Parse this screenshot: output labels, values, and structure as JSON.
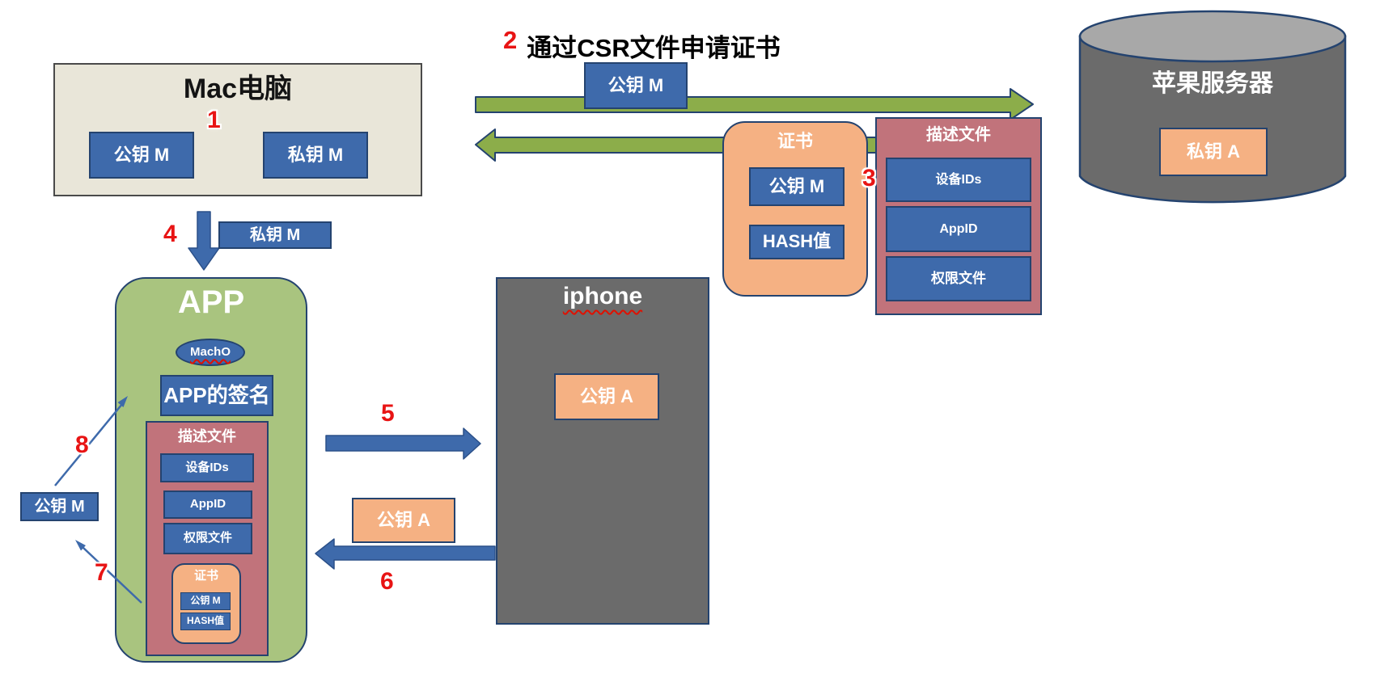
{
  "colors": {
    "blue_fill": "#3E6AAB",
    "orange_fill": "#F5B183",
    "rose_fill": "#C1737B",
    "green_fill": "#A9C47F",
    "olive_arrow": "#8CAD4A",
    "navy_border": "#24436F",
    "beige_fill": "#E9E6D9",
    "gray_fill": "#6B6B6B",
    "badge_red": "#E81414"
  },
  "mac": {
    "title": "Mac电脑",
    "badge": "1",
    "public_key": "公钥 M",
    "private_key": "私钥 M"
  },
  "csr": {
    "badge": "2",
    "title": "通过CSR文件申请证书",
    "arrow_label": "公钥 M"
  },
  "cert": {
    "title": "证书",
    "badge": "3",
    "public_key": "公钥 M",
    "hash": "HASH值"
  },
  "profile": {
    "title": "描述文件",
    "device_ids": "设备IDs",
    "app_id": "AppID",
    "entitlements": "权限文件"
  },
  "server": {
    "title": "苹果服务器",
    "private_key": "私钥 A"
  },
  "step4": {
    "badge": "4",
    "label": "私钥 M"
  },
  "app": {
    "title": "APP",
    "macho": "MachO",
    "signature": "APP的签名",
    "profile": {
      "title": "描述文件",
      "device_ids": "设备IDs",
      "app_id": "AppID",
      "entitlements": "权限文件",
      "cert": {
        "title": "证书",
        "public_key": "公钥 M",
        "hash": "HASH值"
      }
    }
  },
  "iphone": {
    "title": "iphone",
    "public_key": "公钥 A"
  },
  "step5": {
    "badge": "5"
  },
  "step6": {
    "badge": "6",
    "label": "公钥 A"
  },
  "step7": {
    "badge": "7"
  },
  "step8": {
    "badge": "8",
    "label": "公钥 M"
  }
}
